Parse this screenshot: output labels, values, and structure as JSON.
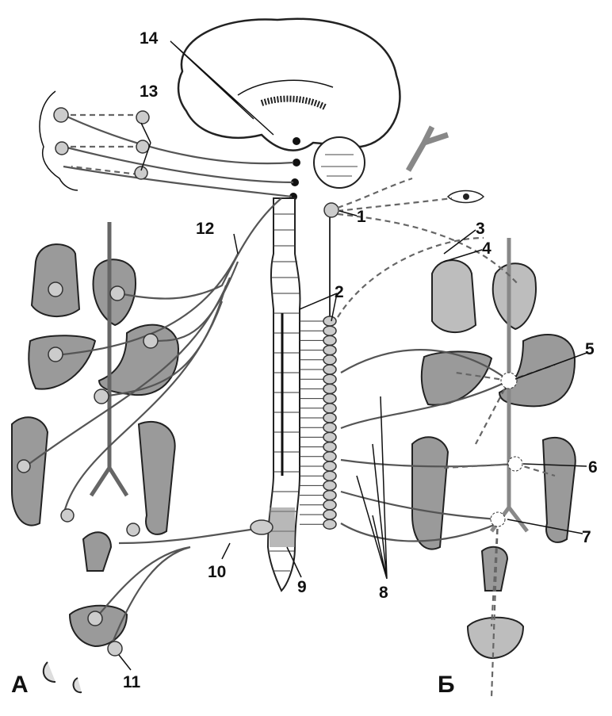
{
  "labels": {
    "l1": "1",
    "l2": "2",
    "l3": "3",
    "l4": "4",
    "l5": "5",
    "l6": "6",
    "l7": "7",
    "l8": "8",
    "l9": "9",
    "l10": "10",
    "l11": "11",
    "l12": "12",
    "l13": "13",
    "l14": "14",
    "panel_a": "А",
    "panel_b": "Б"
  }
}
